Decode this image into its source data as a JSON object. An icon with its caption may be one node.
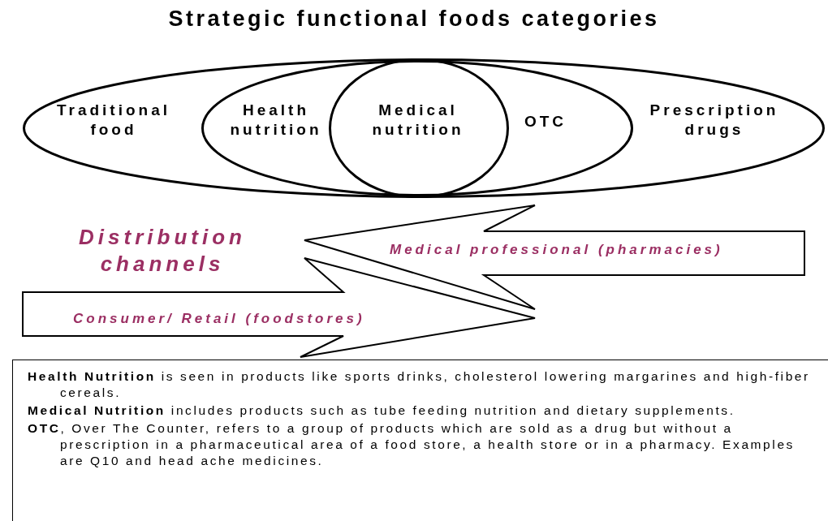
{
  "diagram": {
    "title": "Strategic functional foods categories",
    "nodes": [
      {
        "text": [
          "Traditional food",
          "Prescription drugs"
        ]
      },
      {
        "text": [
          "Health nutrition",
          "OTC"
        ],
        "in": 0
      },
      {
        "text": [
          "Medical nutrition"
        ],
        "in": 1
      },
      {
        "text": [
          "Medical professional  (pharmacies)"
        ]
      },
      {
        "text": [
          "Consumer/ Retail (foodstores)"
        ]
      },
      {
        "text": [
          "**Health Nutrition** is seen in products like sports drinks, cholesterol lowering margarines and high-fiber cereals.",
          "**Medical Nutrition** includes products such as tube feeding nutrition and dietary supplements.",
          "**OTC**, Over The Counter, refers to a group of products which are sold as a drug but without a prescription in a pharmaceutical area of a food store, a health store or in a pharmacy. Examples are Q10 and head ache medicines."
        ]
      }
    ],
    "labels": [
      "Distribution channels"
    ]
  }
}
